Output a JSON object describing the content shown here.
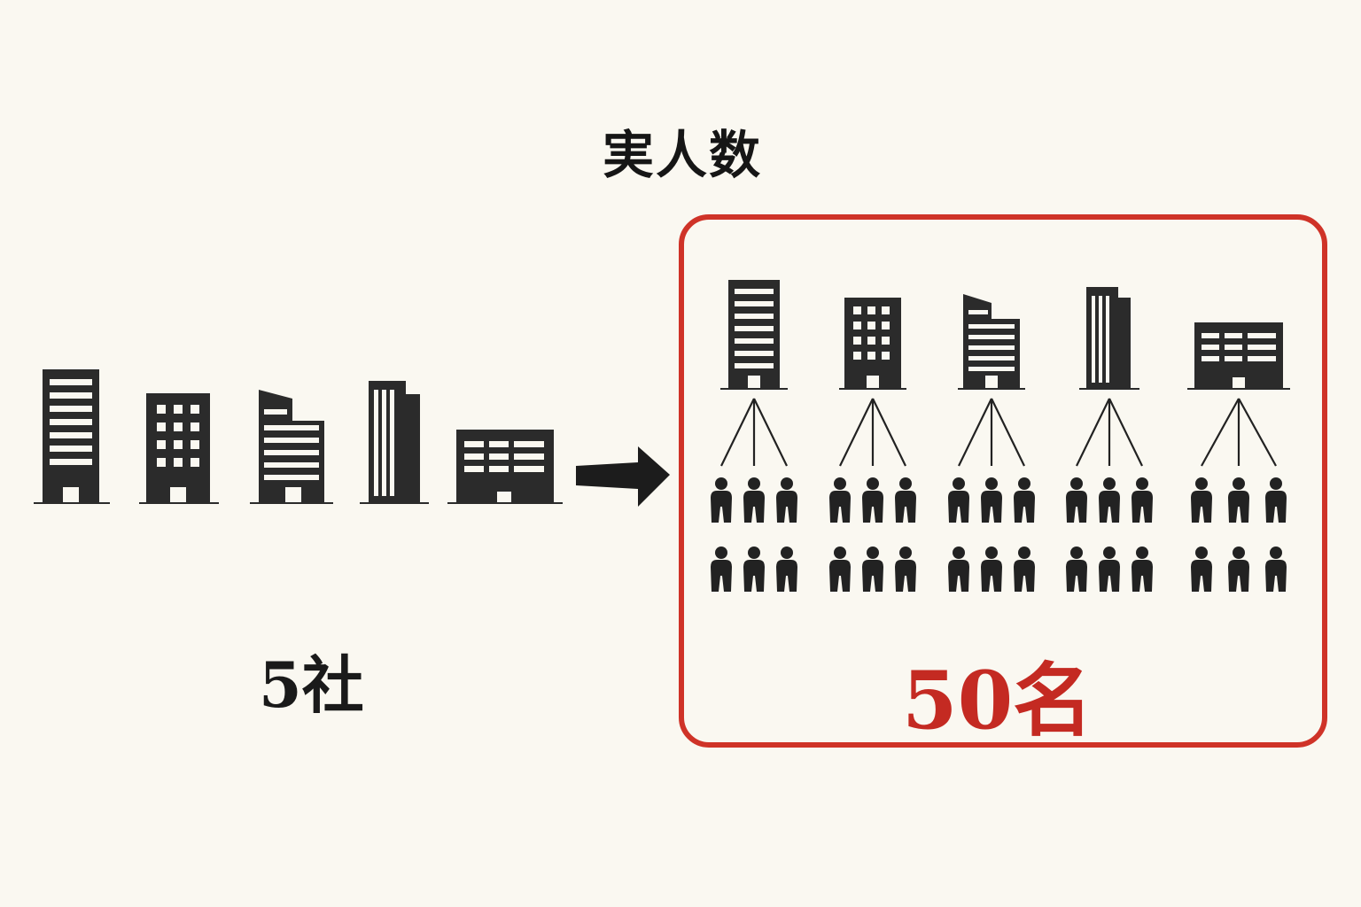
{
  "title": "実人数",
  "companies_label": "5社",
  "people_label": "50名",
  "colors": {
    "accent": "#cf3328",
    "accent_text": "#c42a22",
    "ink": "#222222",
    "background": "#faf8f1"
  }
}
